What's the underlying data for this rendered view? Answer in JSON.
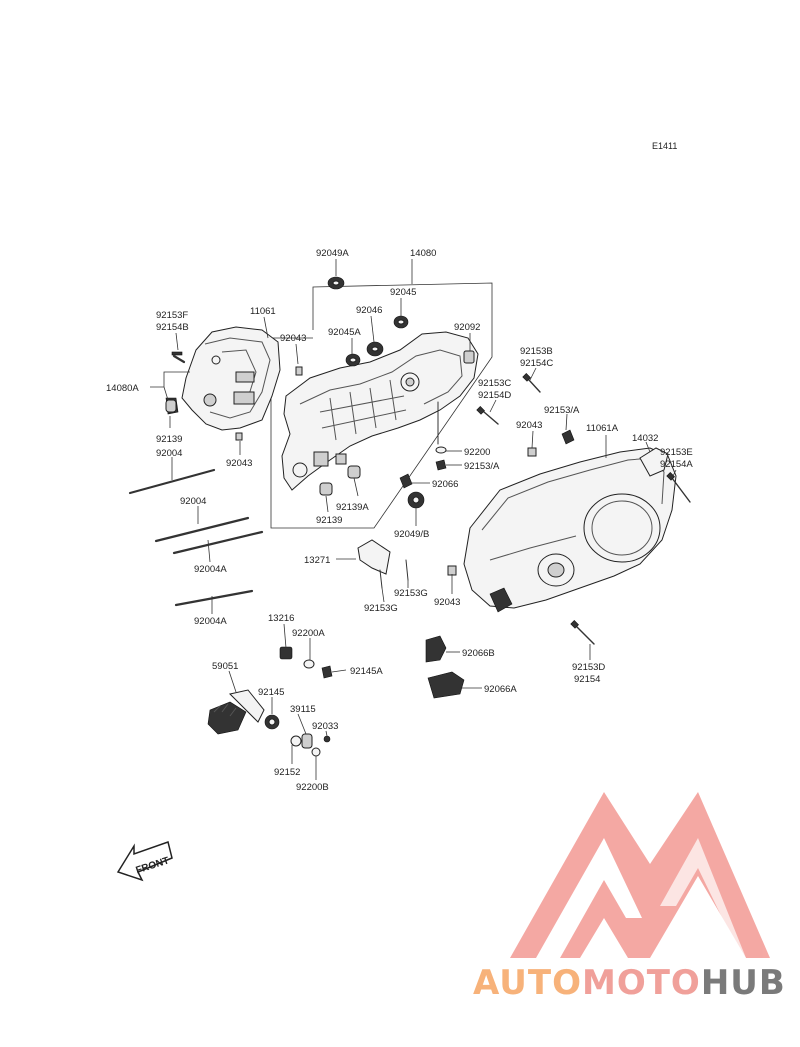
{
  "diagram_code": "E1411",
  "callouts": {
    "p92049A": "92049A",
    "p14080": "14080",
    "p92045": "92045",
    "p92046": "92046",
    "p92045A": "92045A",
    "p92092": "92092",
    "p92153F": "92153F",
    "p92154B": "92154B",
    "p11061": "11061",
    "p92043a": "92043",
    "p14080A": "14080A",
    "p92139a": "92139",
    "p92004a": "92004",
    "p92043b": "92043",
    "p92153B": "92153B",
    "p92154C": "92154C",
    "p92153C": "92153C",
    "p92154D": "92154D",
    "p92153_A": "92153/A",
    "p92043c": "92043",
    "p11061A": "11061A",
    "p14032": "14032",
    "p92153E": "92153E",
    "p92154A": "92154A",
    "p92200": "92200",
    "p92153_A2": "92153/A",
    "p92066": "92066",
    "p92139A": "92139A",
    "p92139b": "92139",
    "p92049_B": "92049/B",
    "p92004b": "92004",
    "p92004A1": "92004A",
    "p92004A2": "92004A",
    "p13271": "13271",
    "p92153G1": "92153G",
    "p92153G2": "92153G",
    "p92043d": "92043",
    "p13216": "13216",
    "p92200A": "92200A",
    "p92145A": "92145A",
    "p59051": "59051",
    "p92145": "92145",
    "p39115": "39115",
    "p92033": "92033",
    "p92152": "92152",
    "p92200B": "92200B",
    "p92066B": "92066B",
    "p92066A": "92066A",
    "p92153D": "92153D",
    "p92154": "92154"
  },
  "front_label": "FRONT",
  "watermark": {
    "part1": "AUTO",
    "part2": "MOTO",
    "part3": "HUB",
    "color1": "#f7b27a",
    "color2": "#f0a09a",
    "color3": "#7a7a7a",
    "logo_color": "#f39a94"
  }
}
